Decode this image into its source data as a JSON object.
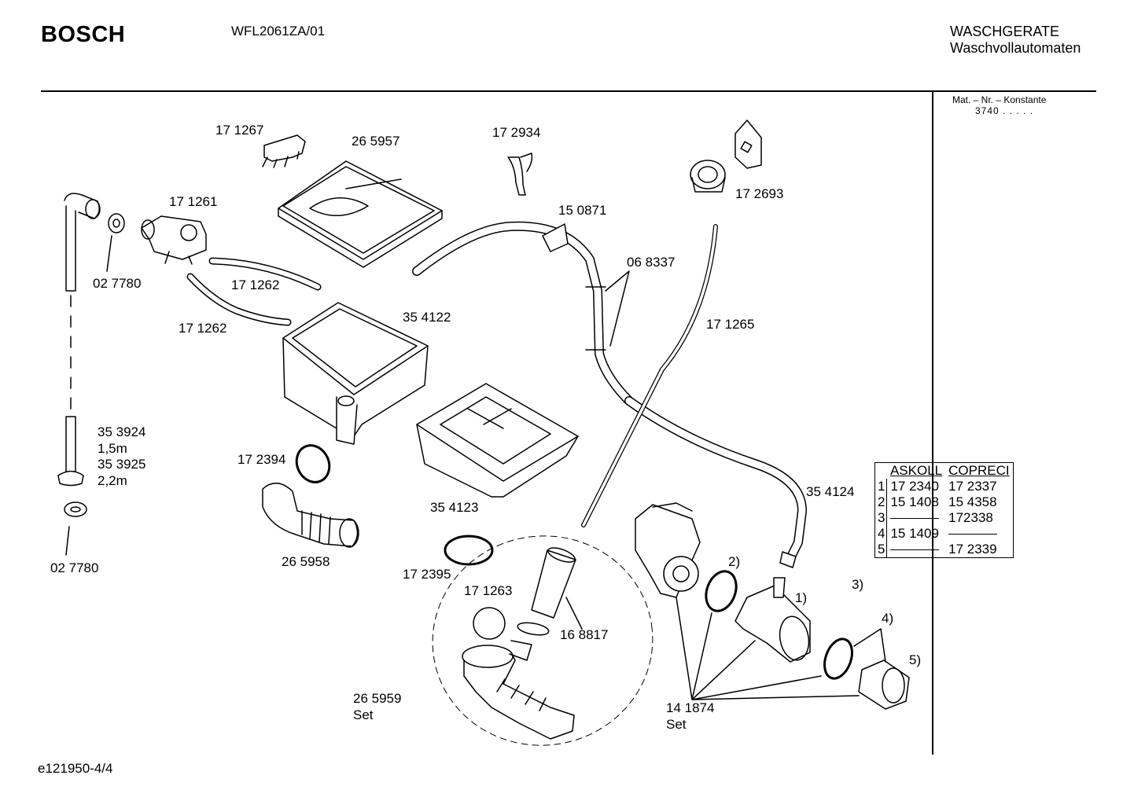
{
  "header": {
    "brand": "BOSCH",
    "model": "WFL2061ZA/01",
    "category_line1": "WASCHGERATE",
    "category_line2": "Waschvollautomaten"
  },
  "constants": {
    "title": "Mat. – Nr. – Konstante",
    "value": "3740 . . . . ."
  },
  "footer": {
    "doc_id": "e121950-4/4"
  },
  "part_labels": [
    {
      "id": "p171267",
      "text": "17 1267"
    },
    {
      "id": "p265957",
      "text": "26 5957"
    },
    {
      "id": "p172934",
      "text": "17 2934"
    },
    {
      "id": "p171261",
      "text": "17 1261"
    },
    {
      "id": "p150871",
      "text": "15 0871"
    },
    {
      "id": "p172693",
      "text": "17 2693"
    },
    {
      "id": "p027780a",
      "text": "02 7780"
    },
    {
      "id": "p171262a",
      "text": "17 1262"
    },
    {
      "id": "p068337",
      "text": "06 8337"
    },
    {
      "id": "p171262b",
      "text": "17 1262"
    },
    {
      "id": "p354122",
      "text": "35 4122"
    },
    {
      "id": "p171265",
      "text": "17 1265"
    },
    {
      "id": "p353924",
      "text": "35 3924"
    },
    {
      "id": "p15m",
      "text": "1,5m"
    },
    {
      "id": "p353925",
      "text": "35 3925"
    },
    {
      "id": "p22m",
      "text": "2,2m"
    },
    {
      "id": "p172394",
      "text": "17 2394"
    },
    {
      "id": "p354123",
      "text": "35 4123"
    },
    {
      "id": "p354124",
      "text": "35 4124"
    },
    {
      "id": "p027780b",
      "text": "02 7780"
    },
    {
      "id": "p265958",
      "text": "26 5958"
    },
    {
      "id": "p172395",
      "text": "17 2395"
    },
    {
      "id": "p171263",
      "text": "17 1263"
    },
    {
      "id": "p168817",
      "text": "16 8817"
    },
    {
      "id": "p265959",
      "text": "26 5959"
    },
    {
      "id": "pset1",
      "text": "Set"
    },
    {
      "id": "p141874",
      "text": "14 1874"
    },
    {
      "id": "pset2",
      "text": "Set"
    },
    {
      "id": "c1",
      "text": "1)"
    },
    {
      "id": "c2",
      "text": "2)"
    },
    {
      "id": "c3",
      "text": "3)"
    },
    {
      "id": "c4",
      "text": "4)"
    },
    {
      "id": "c5",
      "text": "5)"
    }
  ],
  "variant_table": {
    "headers": [
      "ASKOLL",
      "COPRECI"
    ],
    "rows": [
      {
        "idx": "1",
        "askoll": "17 2340",
        "copreci": "17 2337"
      },
      {
        "idx": "2",
        "askoll": "15 1408",
        "copreci": "15 4358"
      },
      {
        "idx": "3",
        "askoll": "",
        "copreci": "172338"
      },
      {
        "idx": "4",
        "askoll": "15 1409",
        "copreci": ""
      },
      {
        "idx": "5",
        "askoll": "",
        "copreci": "17 2339"
      }
    ]
  }
}
